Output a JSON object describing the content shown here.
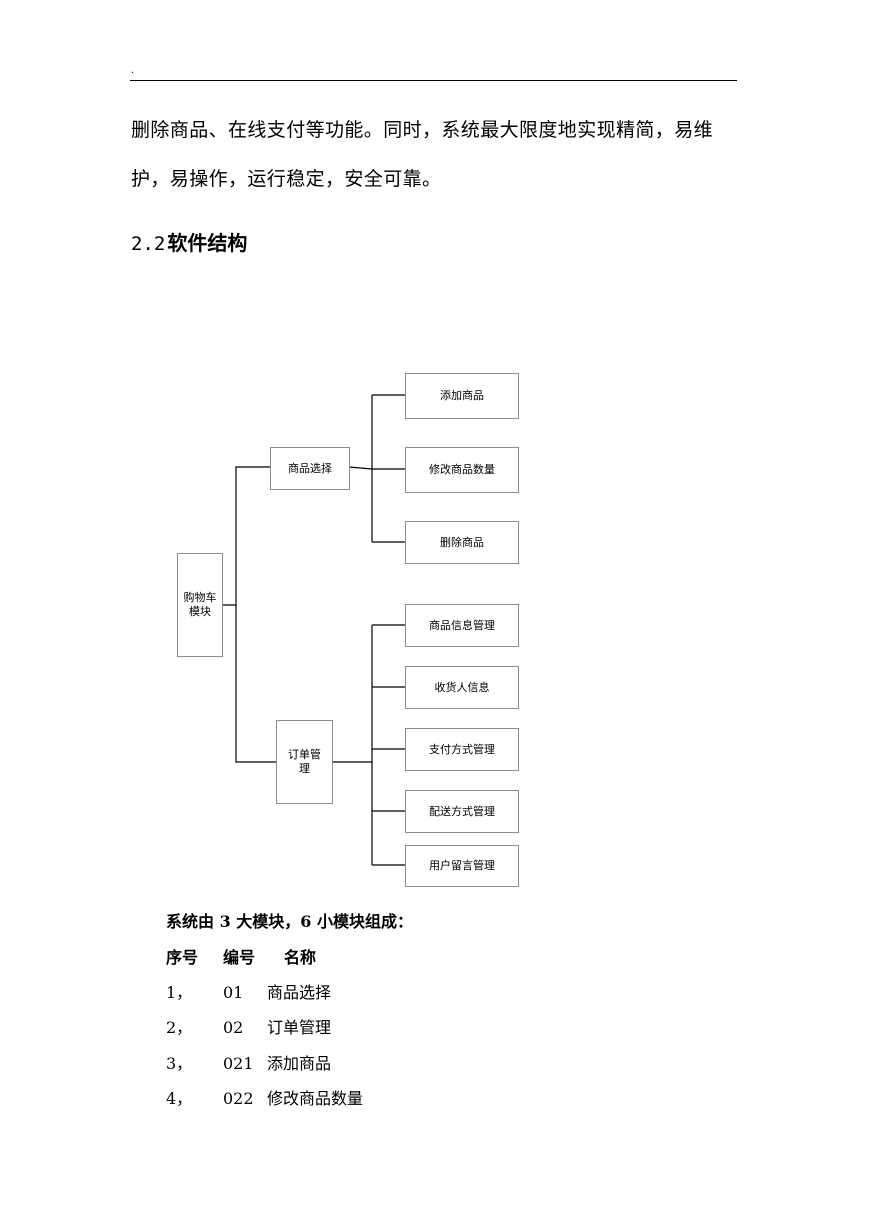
{
  "header": {
    "mark": "."
  },
  "paragraph": {
    "line1": "删除商品、在线支付等功能。同时，系统最大限度地实现精简，易维",
    "line2": "护，易操作，运行稳定，安全可靠。"
  },
  "section": {
    "number": "2.2",
    "title": "软件结构"
  },
  "diagram": {
    "root": {
      "line1": "购物车",
      "line2": "模块"
    },
    "branch_product": {
      "label": "商品选择"
    },
    "branch_order": {
      "line1": "订单管",
      "line2": "理"
    },
    "product_children": [
      "添加商品",
      "修改商品数量",
      "删除商品"
    ],
    "order_children": [
      "商品信息管理",
      "收货人信息",
      "支付方式管理",
      "配送方式管理",
      "用户留言管理"
    ]
  },
  "module_summary": {
    "intro": "系统由 3 大模块，6 小模块组成：",
    "headers": {
      "seq": "序号",
      "code": "编号",
      "name": "名称"
    },
    "rows": [
      {
        "seq": "1，",
        "code": "01",
        "name": "商品选择"
      },
      {
        "seq": "2，",
        "code": "02",
        "name": "订单管理"
      },
      {
        "seq": "3，",
        "code": "021",
        "name": "添加商品"
      },
      {
        "seq": "4，",
        "code": "022",
        "name": "修改商品数量"
      }
    ]
  }
}
